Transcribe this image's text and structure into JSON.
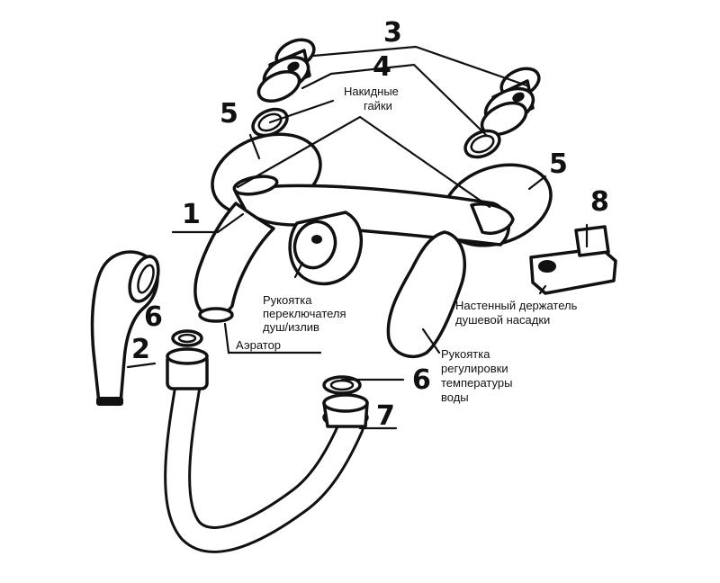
{
  "part_numbers": {
    "n1": "1",
    "n2": "2",
    "n3": "3",
    "n4": "4",
    "n5_left": "5",
    "n5_right": "5",
    "n6_left": "6",
    "n6_right": "6",
    "n7": "7",
    "n8": "8"
  },
  "labels": {
    "nuts": [
      "Накидные",
      "гайки"
    ],
    "switch_handle": [
      "Рукоятка",
      "переключателя",
      "душ/излив"
    ],
    "aerator": "Аэратор",
    "wall_holder": [
      "Настенный держатель",
      "душевой насадки"
    ],
    "temp_handle": [
      "Рукоятка",
      "регулировки",
      "температуры",
      "воды"
    ]
  },
  "colors": {
    "line": "#111111",
    "background": "#ffffff"
  }
}
